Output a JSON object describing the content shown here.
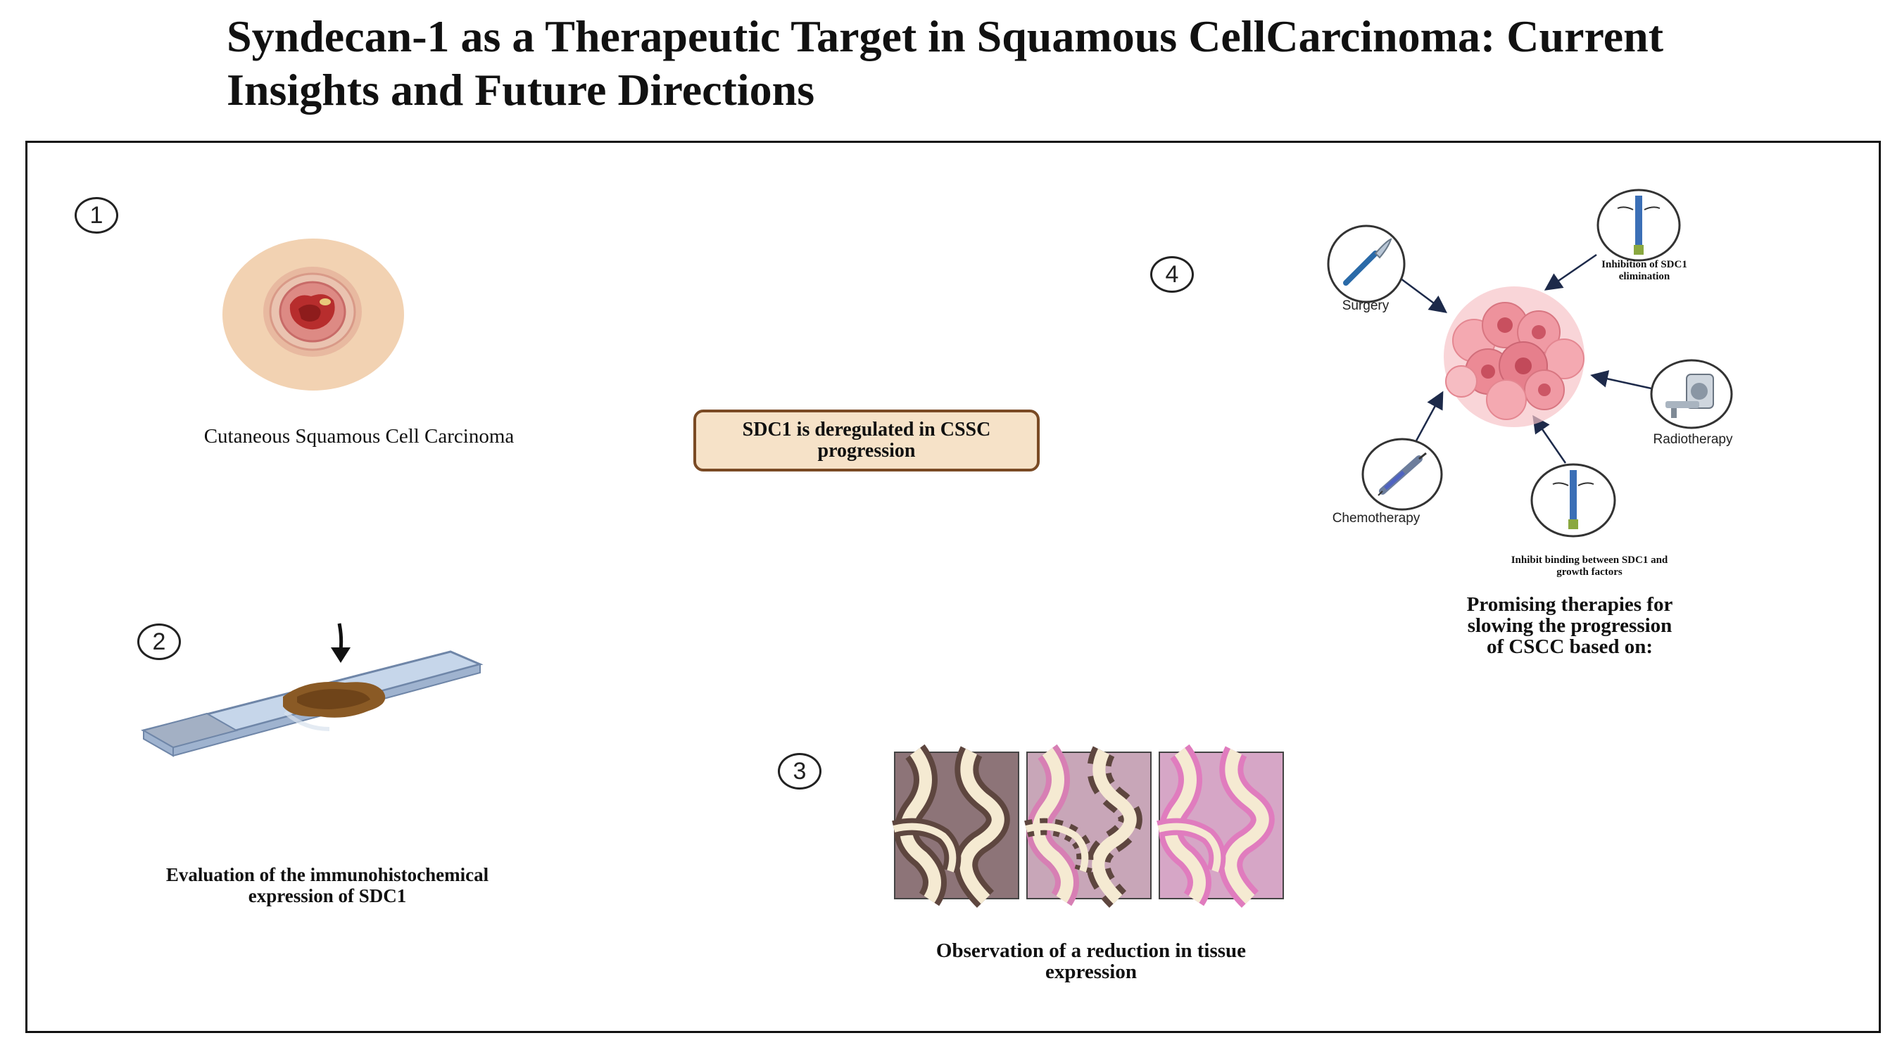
{
  "title": "Syndecan-1 as a Therapeutic Target in Squamous CellCarcinoma: Current Insights and Future Directions",
  "steps": {
    "one": {
      "number": "1",
      "caption": "Cutaneous Squamous Cell Carcinoma"
    },
    "two": {
      "number": "2",
      "caption": "Evaluation of the immunohistochemical expression of SDC1"
    },
    "three": {
      "number": "3",
      "caption": "Observation of a reduction in tissue expression"
    },
    "four": {
      "number": "4",
      "caption": "Promising therapies for slowing the progression of CSCC based on:"
    }
  },
  "center_box": "SDC1 is deregulated in CSSC progression",
  "therapies": {
    "surgery": "Surgery",
    "inhibition": "Inhibition of SDC1 elimination",
    "radiotherapy": "Radiotherapy",
    "chemotherapy": "Chemotherapy",
    "binding": "Inhibit binding between SDC1 and growth factors"
  },
  "colors": {
    "lesion_skin": "#f2d2b2",
    "tumor": "#ea8f99",
    "box_fill": "#f6e2c8",
    "box_border": "#7a4a24",
    "stain": "#8a5a25",
    "slide": "#c6d6ea",
    "tissue_high": "#6e5550",
    "tissue_low": "#e6a8d2"
  }
}
